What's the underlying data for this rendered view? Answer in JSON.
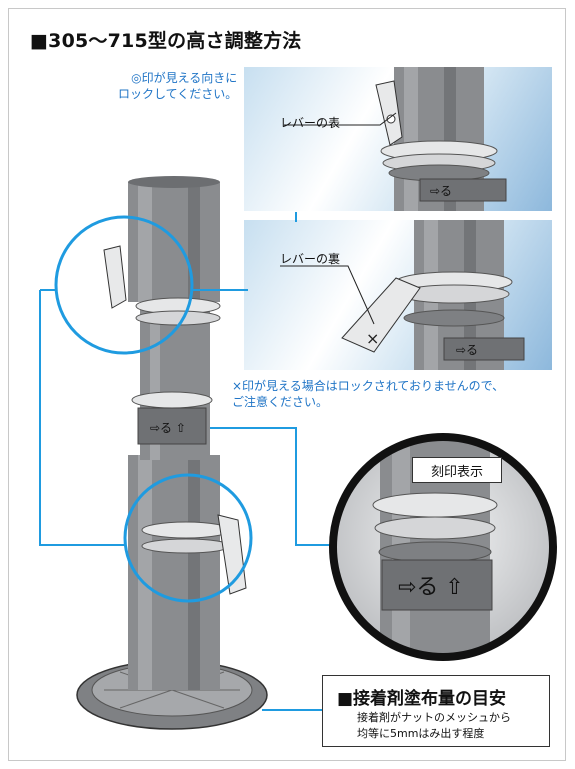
{
  "title": "■305〜715型の高さ調整方法",
  "note_lock_visible": "◎印が見える向きに\nロックしてください。",
  "note_not_locked": "×印が見える場合はロックされておりませんので、\nご注意ください。",
  "panel_front": {
    "label": "レバーの表"
  },
  "panel_back": {
    "label": "レバーの裏"
  },
  "stamp_label": "刻印表示",
  "adhesive": {
    "title": "■接着剤塗布量の目安",
    "description": "接着剤がナットのメッシュから\n均等に5mmはみ出す程度"
  },
  "colors": {
    "accent_blue": "#1f9be0",
    "note_blue": "#1f74c6",
    "post_gray": "#808285",
    "collar_light": "#e6e7e8"
  }
}
